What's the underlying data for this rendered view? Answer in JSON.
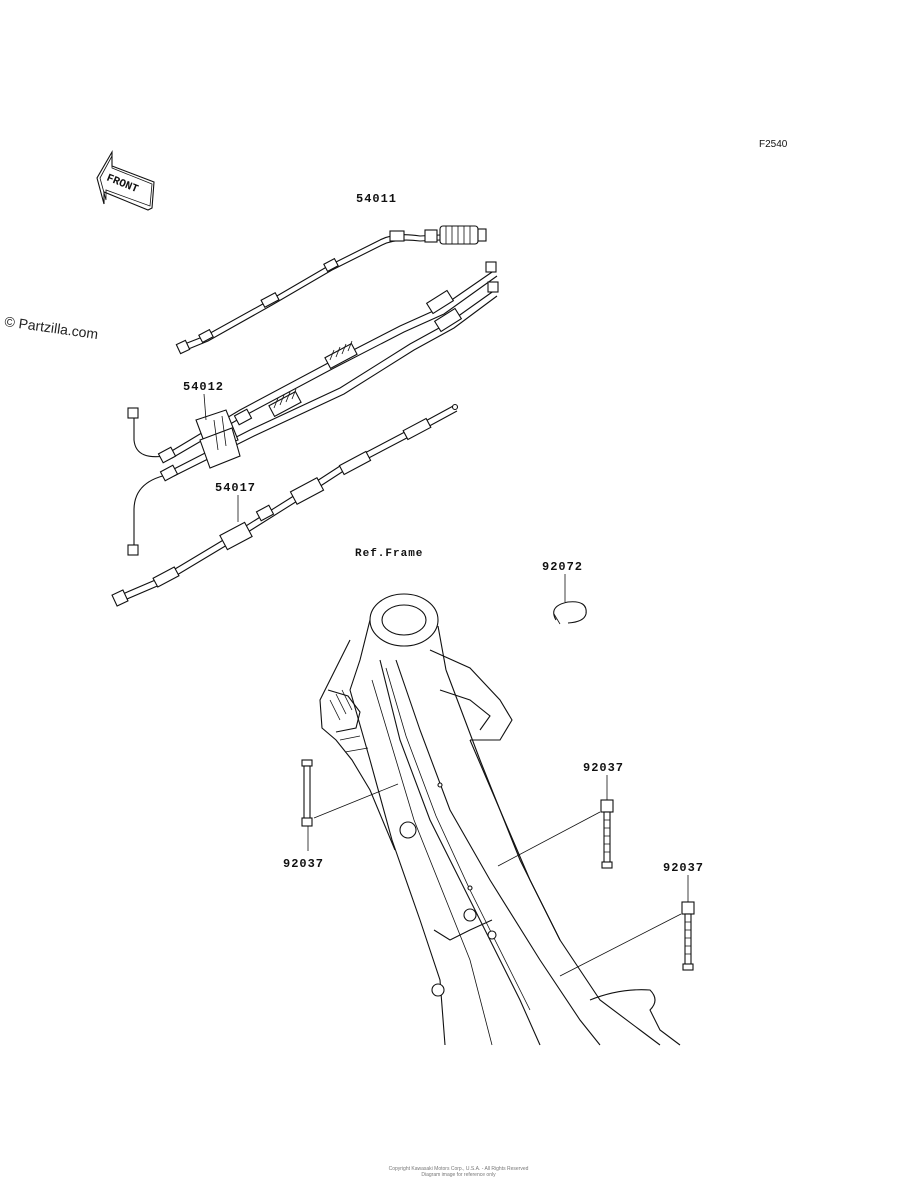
{
  "diagram_code": "F2540",
  "watermark": "© Partzilla.com",
  "front_arrow_label": "FRONT",
  "ref_frame_label": "Ref.Frame",
  "parts": {
    "throttle_cable_top": "54011",
    "throttle_cable_pair": "54012",
    "clutch_cable": "54017",
    "band_clip": "92072",
    "cable_band_left": "92037",
    "cable_band_right_upper": "92037",
    "cable_band_right_lower": "92037"
  },
  "footer_lines": [
    "Copyright Kawasaki Motors Corp., U.S.A. - All Rights Reserved",
    "Diagram image for reference only"
  ],
  "icons": {
    "front_arrow": "front-arrow-icon"
  }
}
